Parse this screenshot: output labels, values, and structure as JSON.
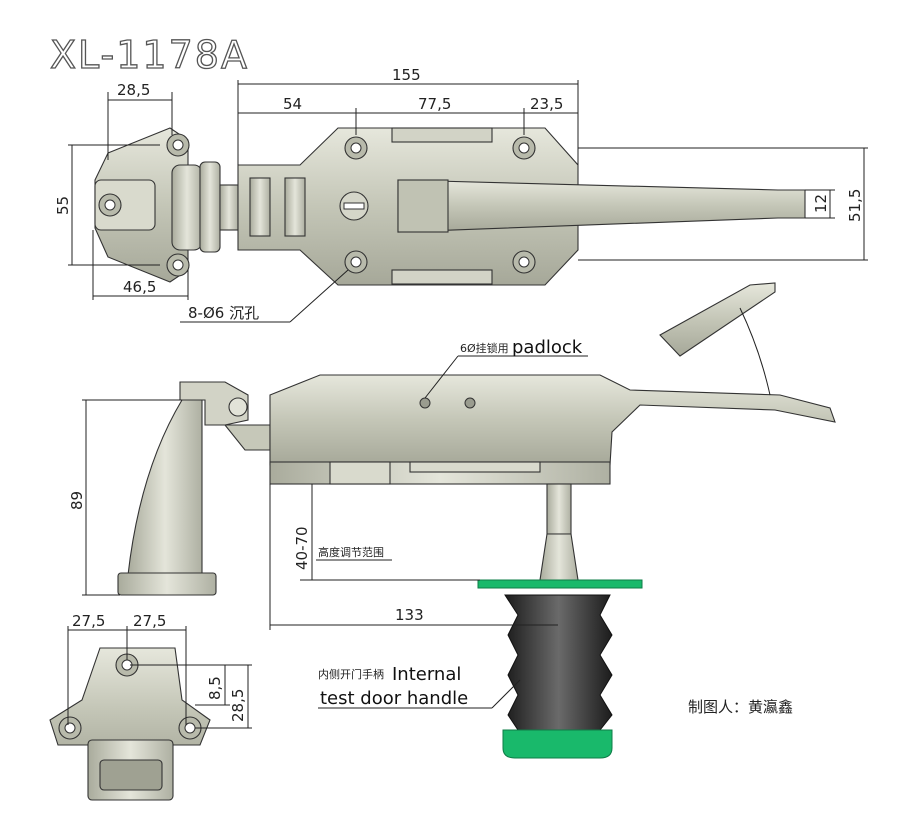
{
  "title": "XL-1178A",
  "top_view": {
    "dim_28_5": "28,5",
    "dim_155": "155",
    "dim_54": "54",
    "dim_77_5": "77,5",
    "dim_23_5": "23,5",
    "dim_55": "55",
    "dim_46_5": "46,5",
    "dim_12": "12",
    "dim_51_5": "51,5",
    "holes_note": "8-Ø6 沉孔"
  },
  "side_view": {
    "padlock_note_cn": "6Ø挂锁用",
    "padlock_note_en": "padlock",
    "dim_89": "89",
    "dim_40_70": "40-70",
    "adjust_note": "高度调节范围",
    "dim_133": "133",
    "handle_note_cn": "内侧开门手柄",
    "handle_note_en_1": "Internal",
    "handle_note_en_2": "test door handle"
  },
  "front_view": {
    "dim_27_5_a": "27,5",
    "dim_27_5_b": "27,5",
    "dim_8_5": "8,5",
    "dim_28_5": "28,5"
  },
  "drafter": "制图人：黄瀛鑫",
  "colors": {
    "metal": "#c9cbbd",
    "metal_dark": "#9a9c8f",
    "green": "#19b96b",
    "rubber": "#2e2e2e"
  }
}
